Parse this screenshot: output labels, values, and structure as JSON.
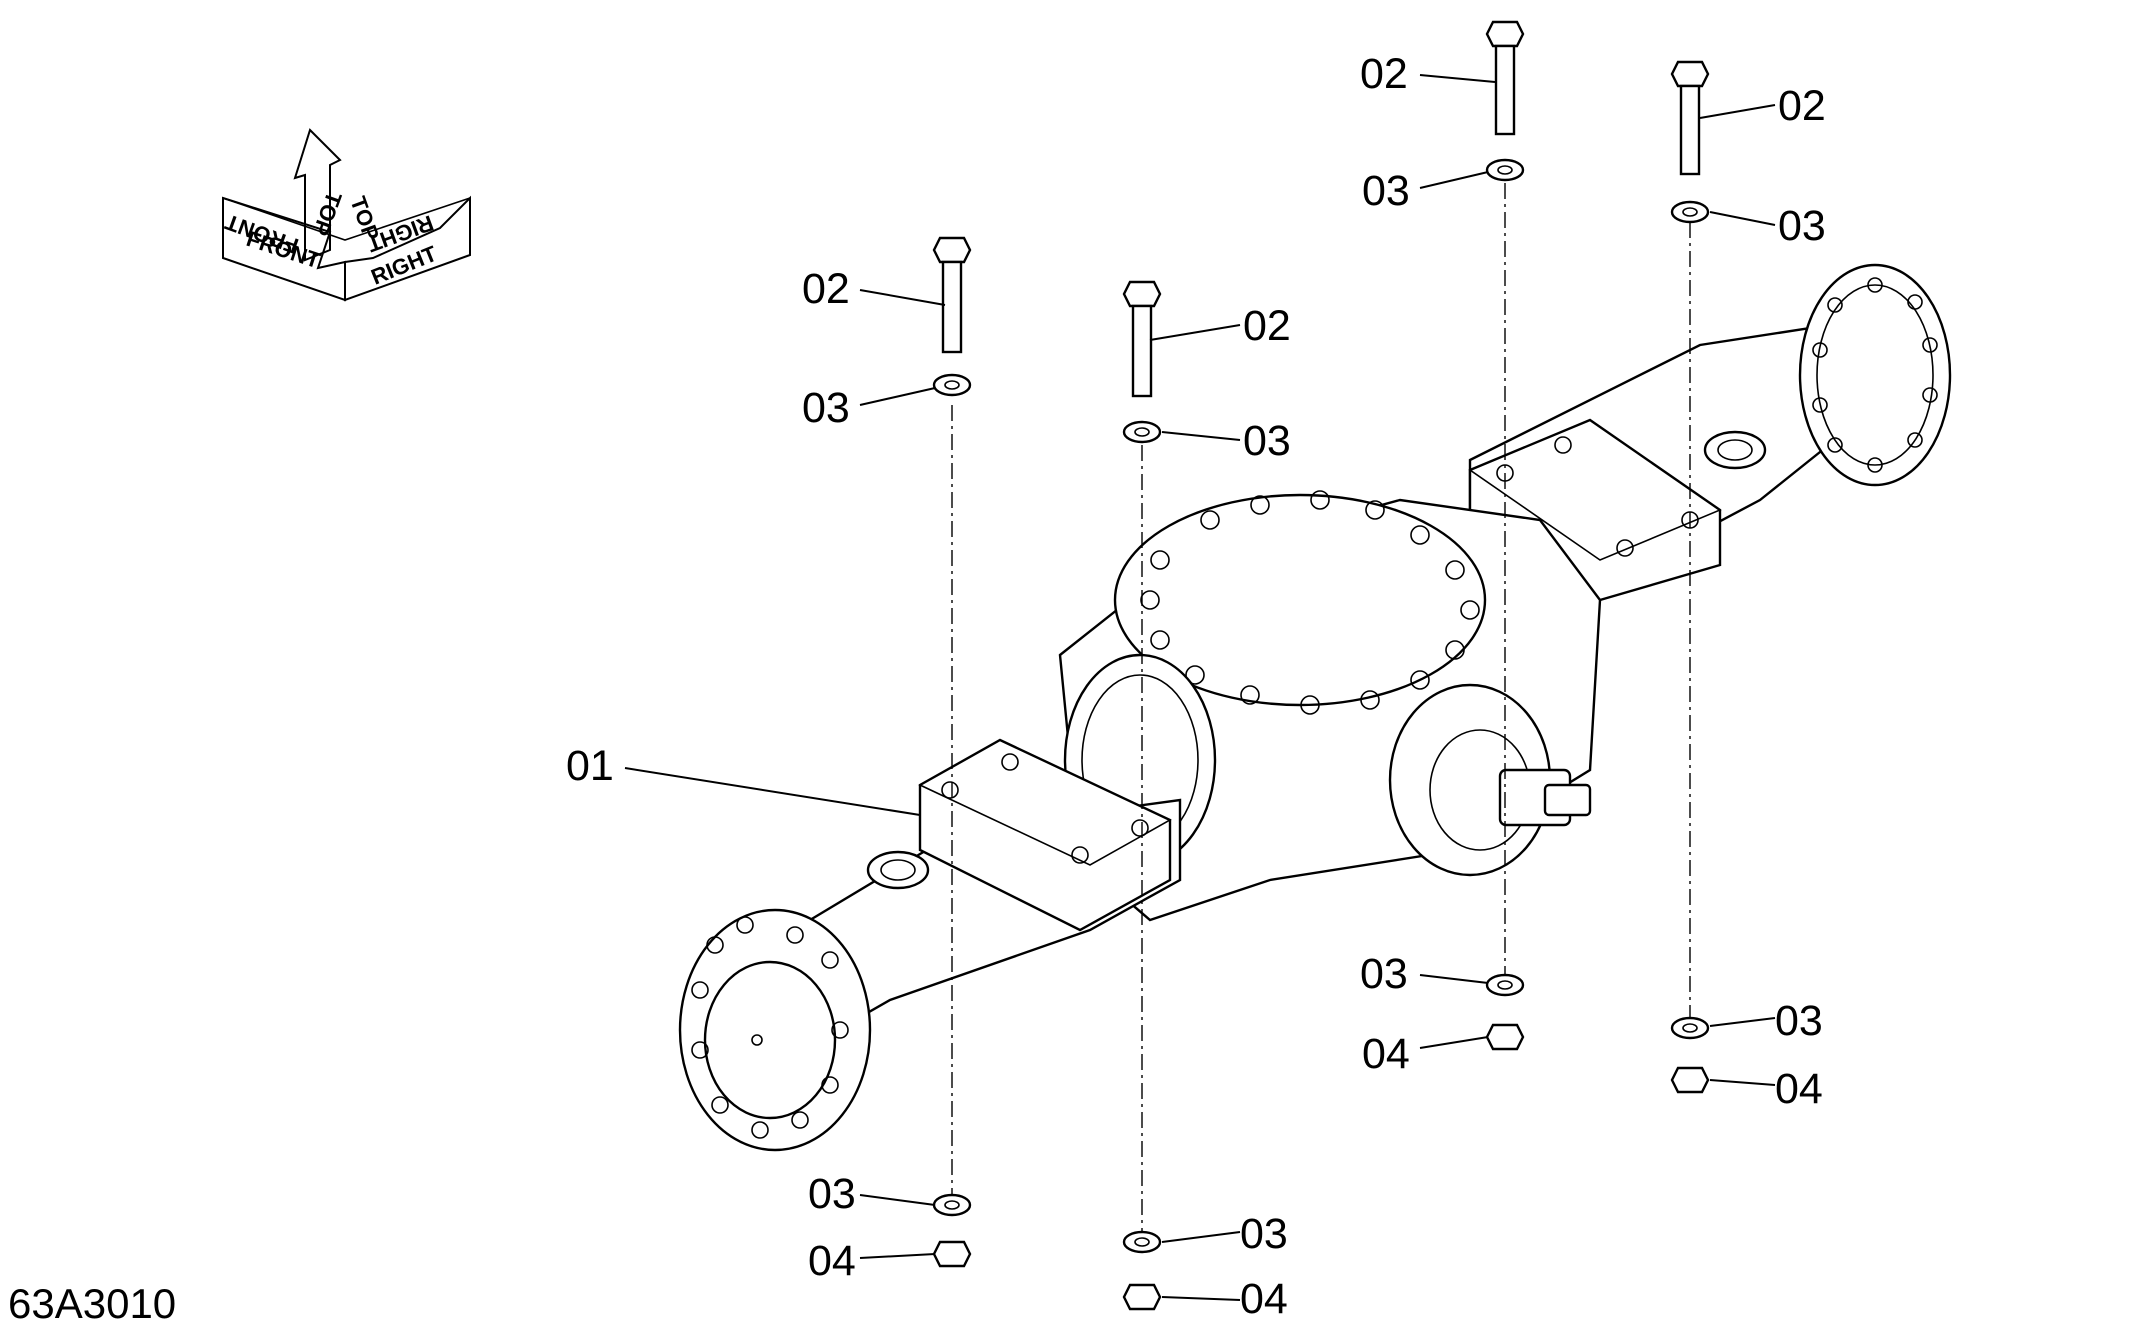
{
  "drawing_code": "63A3010",
  "orientation": {
    "front": "FRONT",
    "top": "TOP",
    "right": "RIGHT"
  },
  "callouts": {
    "housing": "01",
    "bolt_a": "02",
    "bolt_b": "02",
    "bolt_c": "02",
    "bolt_d": "02",
    "washer_a_top": "03",
    "washer_b_top": "03",
    "washer_c_top": "03",
    "washer_d_top": "03",
    "washer_a_bottom": "03",
    "washer_b_bottom": "03",
    "washer_c_bottom": "03",
    "washer_d_bottom": "03",
    "nut_a": "04",
    "nut_b": "04",
    "nut_c": "04",
    "nut_d": "04"
  }
}
